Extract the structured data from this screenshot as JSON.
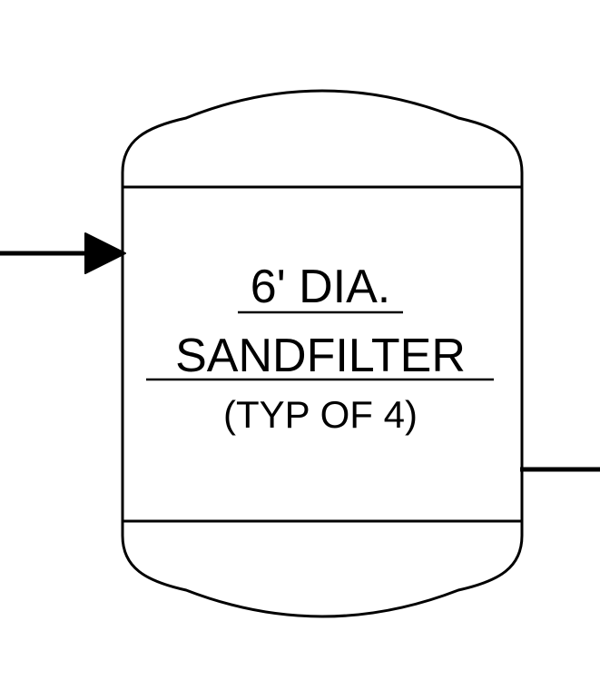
{
  "colors": {
    "line": "#000000",
    "background": "#ffffff"
  },
  "vessel": {
    "label_line1": "6' DIA.",
    "label_line2": "SANDFILTER",
    "label_line3": "(TYP OF 4)"
  },
  "flows": {
    "inlet": {
      "direction": "into vessel",
      "icon": "arrow-right-icon"
    },
    "outlet": {
      "direction": "out of vessel"
    }
  }
}
